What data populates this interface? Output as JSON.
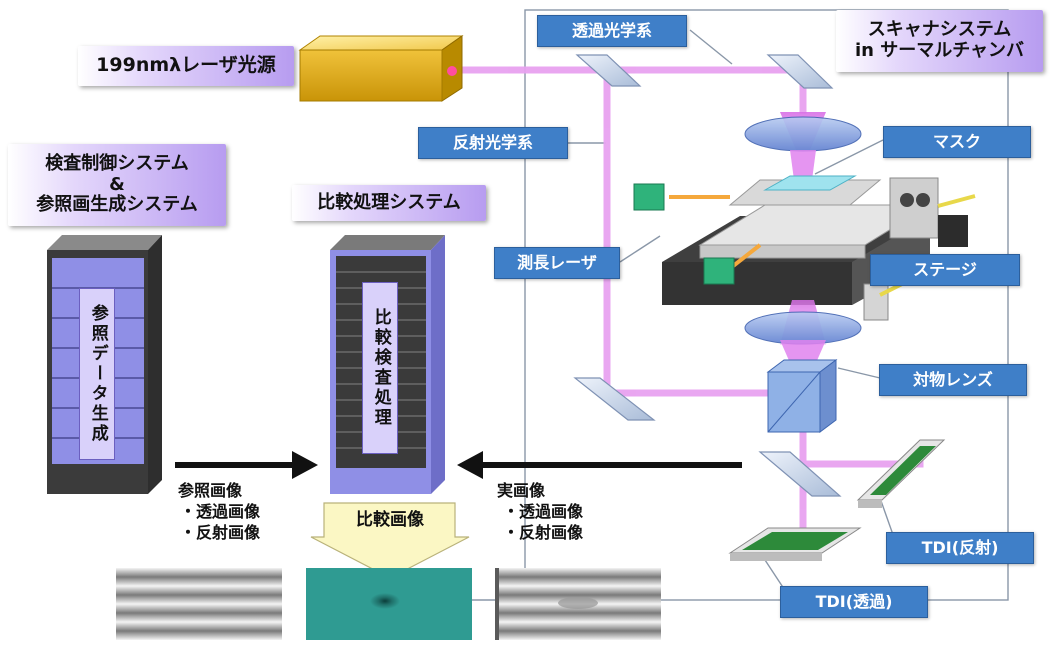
{
  "labels": {
    "laser_source": "199nmλレーザ光源",
    "inspection_control_line1": "検査制御システム",
    "inspection_control_line2": "&",
    "inspection_control_line3": "参照画生成システム",
    "reference_data_generation": "参照データ生成",
    "comparison_system": "比較処理システム",
    "comparison_inspection": "比較検査処理",
    "transmission_optics": "透過光学系",
    "reflection_optics": "反射光学系",
    "scanner_line1": "スキャナシステム",
    "scanner_line2": "in サーマルチャンバ",
    "mask": "マスク",
    "laser_interferometer": "測長レーザ",
    "stage": "ステージ",
    "objective_lens": "対物レンズ",
    "tdi_reflection": "TDI(反射)",
    "tdi_transmission": "TDI(透過)",
    "comparison_image": "比較画像"
  },
  "captions": {
    "reference_image": {
      "title": "参照画像",
      "items": [
        "・透過画像",
        "・反射画像"
      ]
    },
    "actual_image": {
      "title": "実画像",
      "items": [
        "・透過画像",
        "・反射画像"
      ]
    }
  },
  "colors": {
    "beam": "#e79cf0",
    "label_blue": "#3f7fc8",
    "server_purple": "#8f8fe6",
    "server_dark": "#3a3a3a",
    "laser_gold": "#e6b81e",
    "diff_teal": "#2f9b92"
  }
}
